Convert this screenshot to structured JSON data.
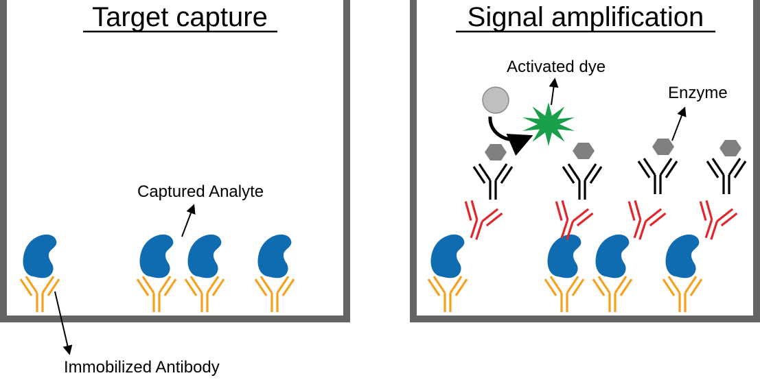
{
  "colors": {
    "well": "#646464",
    "capture_antibody": "#F5A11F",
    "analyte": "#0F6CB0",
    "detection_antibody": "#E2262C",
    "enzyme_antibody": "#000000",
    "enzyme": "#808080",
    "substrate": "#BFBFBF",
    "activated_dye": "#199E4A"
  },
  "panels": [
    {
      "title": "Target capture",
      "labels": {
        "captured_analyte": "Captured Analyte",
        "immobilized_antibody": "Immobilized Antibody"
      }
    },
    {
      "title": "Signal amplification",
      "labels": {
        "activated_dye": "Activated dye",
        "enzyme": "Enzyme"
      }
    }
  ]
}
